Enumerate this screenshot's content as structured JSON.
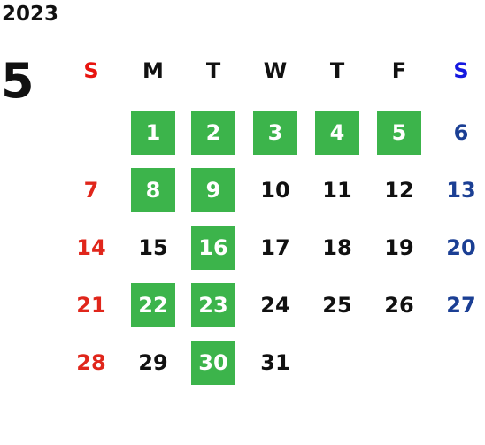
{
  "calendar": {
    "year": "2023",
    "month": "5",
    "weekdays": [
      "S",
      "M",
      "T",
      "W",
      "T",
      "F",
      "S"
    ],
    "weeks": [
      [
        {
          "day": ""
        },
        {
          "day": "1",
          "highlighted": true
        },
        {
          "day": "2",
          "highlighted": true
        },
        {
          "day": "3",
          "highlighted": true
        },
        {
          "day": "4",
          "highlighted": true
        },
        {
          "day": "5",
          "highlighted": true
        },
        {
          "day": "6"
        }
      ],
      [
        {
          "day": "7"
        },
        {
          "day": "8",
          "highlighted": true
        },
        {
          "day": "9",
          "highlighted": true
        },
        {
          "day": "10"
        },
        {
          "day": "11"
        },
        {
          "day": "12"
        },
        {
          "day": "13"
        }
      ],
      [
        {
          "day": "14"
        },
        {
          "day": "15"
        },
        {
          "day": "16",
          "highlighted": true
        },
        {
          "day": "17"
        },
        {
          "day": "18"
        },
        {
          "day": "19"
        },
        {
          "day": "20"
        }
      ],
      [
        {
          "day": "21"
        },
        {
          "day": "22",
          "highlighted": true
        },
        {
          "day": "23",
          "highlighted": true
        },
        {
          "day": "24"
        },
        {
          "day": "25"
        },
        {
          "day": "26"
        },
        {
          "day": "27"
        }
      ],
      [
        {
          "day": "28"
        },
        {
          "day": "29"
        },
        {
          "day": "30",
          "highlighted": true
        },
        {
          "day": "31"
        },
        {
          "day": ""
        },
        {
          "day": ""
        },
        {
          "day": ""
        }
      ]
    ]
  },
  "colors": {
    "highlight": "#3cb44b",
    "sunday": "#e0261b",
    "saturday": "#1b3f94",
    "sunday_header": "#e8140f",
    "saturday_header": "#1518e0",
    "text": "#111111"
  }
}
